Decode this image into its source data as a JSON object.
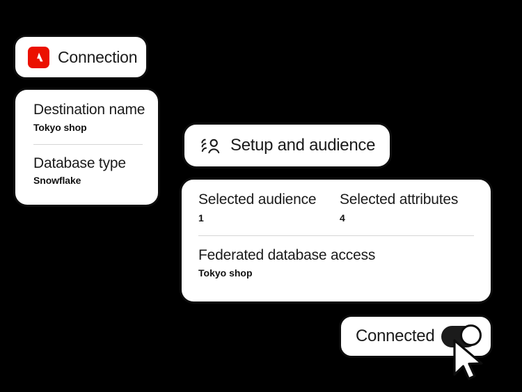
{
  "theme": {
    "background": "#000000",
    "card_background": "#ffffff",
    "card_border": "#0d0d0d",
    "text": "#1b1b1b",
    "divider": "#d6d6d6",
    "adobe_red": "#eb1000",
    "toggle_on": "#1b1b1b"
  },
  "connection_chip": {
    "icon": "adobe-logo-icon",
    "label": "Connection"
  },
  "destination_card": {
    "fields": [
      {
        "label": "Destination name",
        "value": "Tokyo shop"
      },
      {
        "label": "Database type",
        "value": "Snowflake"
      }
    ]
  },
  "setup_chip": {
    "icon": "audience-icon",
    "label": "Setup and audience"
  },
  "summary_card": {
    "stats": [
      {
        "label": "Selected audience",
        "value": "1"
      },
      {
        "label": "Selected attributes",
        "value": "4"
      }
    ],
    "detail": {
      "label": "Federated database access",
      "value": "Tokyo shop"
    }
  },
  "connected_chip": {
    "label": "Connected",
    "toggle": {
      "name": "connection-toggle",
      "state": "on"
    }
  },
  "cursor": {
    "icon": "mouse-pointer-icon"
  }
}
